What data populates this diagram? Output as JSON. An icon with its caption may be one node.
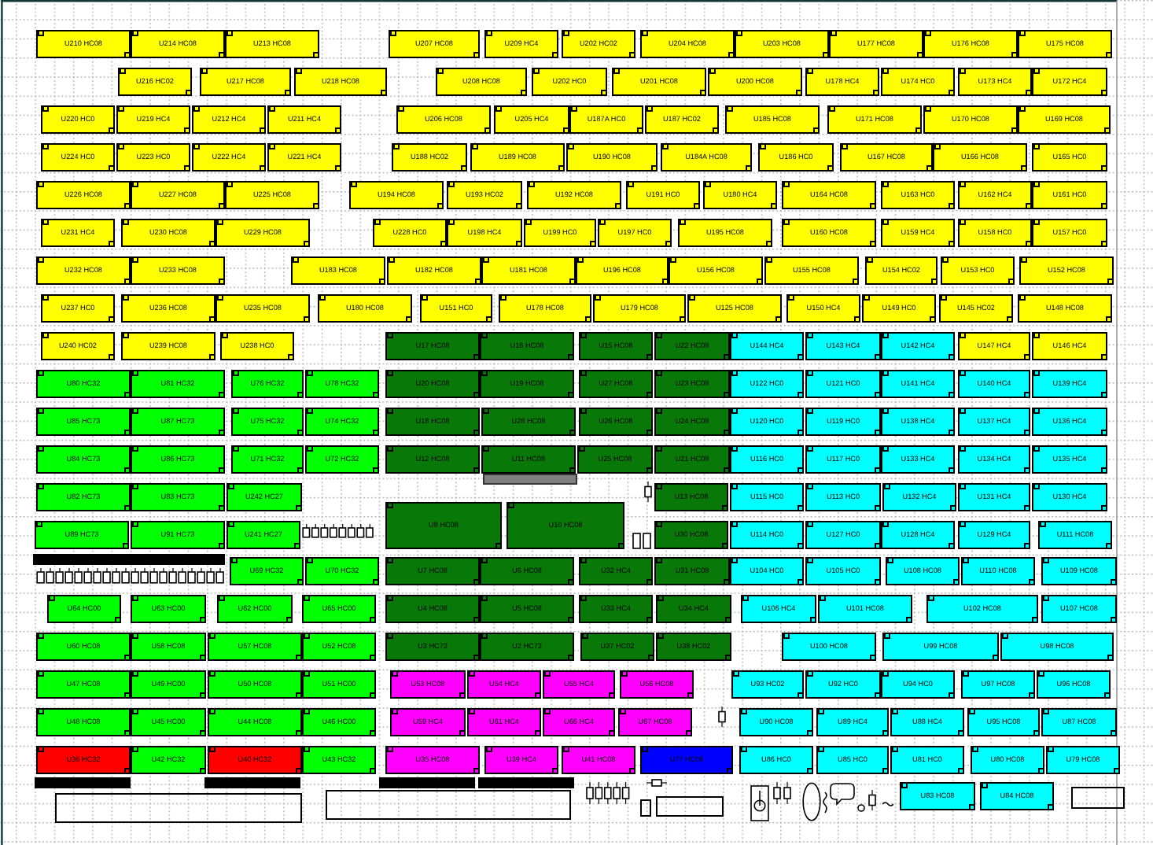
{
  "diagram": {
    "nodes": [
      {
        "text": [
          "U210 HC08"
        ]
      },
      {
        "text": [
          "U214 HC08"
        ]
      },
      {
        "text": [
          "U213 HC08"
        ]
      },
      {
        "text": [
          "U207 HC08"
        ]
      },
      {
        "text": [
          "U209 HC4"
        ]
      },
      {
        "text": [
          "U202 HC02"
        ]
      },
      {
        "text": [
          "U204 HC08"
        ]
      },
      {
        "text": [
          "U203 HC08"
        ]
      },
      {
        "text": [
          "U177 HC08"
        ]
      },
      {
        "text": [
          "U176 HC08"
        ]
      },
      {
        "text": [
          "U175 HC08"
        ]
      },
      {
        "text": [
          "U216 HC02"
        ]
      },
      {
        "text": [
          "U217 HC08"
        ]
      },
      {
        "text": [
          "U218 HC08"
        ]
      },
      {
        "text": [
          "U208 HC08"
        ]
      },
      {
        "text": [
          "U202 HC0"
        ]
      },
      {
        "text": [
          "U201 HC08"
        ]
      },
      {
        "text": [
          "U200 HC08"
        ]
      },
      {
        "text": [
          "U178 HC4"
        ]
      },
      {
        "text": [
          "U174 HC0"
        ]
      },
      {
        "text": [
          "U173 HC4"
        ]
      },
      {
        "text": [
          "U172 HC4"
        ]
      },
      {
        "text": [
          "U220 HC0"
        ]
      },
      {
        "text": [
          "U219 HC4"
        ]
      },
      {
        "text": [
          "U212 HC4"
        ]
      },
      {
        "text": [
          "U211 HC4"
        ]
      },
      {
        "text": [
          "U206 HC08"
        ]
      },
      {
        "text": [
          "U205 HC4"
        ]
      },
      {
        "text": [
          "U187A HC0"
        ]
      },
      {
        "text": [
          "U187 HC02"
        ]
      },
      {
        "text": [
          "U185 HC08"
        ]
      },
      {
        "text": [
          "U171 HC08"
        ]
      },
      {
        "text": [
          "U170 HC08"
        ]
      },
      {
        "text": [
          "U169 HC08"
        ]
      },
      {
        "text": [
          "U224 HC0"
        ]
      },
      {
        "text": [
          "U223 HC0"
        ]
      },
      {
        "text": [
          "U222 HC4"
        ]
      },
      {
        "text": [
          "U221 HC4"
        ]
      },
      {
        "text": [
          "U188 HC02"
        ]
      },
      {
        "text": [
          "U189 HC08"
        ]
      },
      {
        "text": [
          "U190 HC08"
        ]
      },
      {
        "text": [
          "U184A HC08"
        ]
      },
      {
        "text": [
          "U186 HC0"
        ]
      },
      {
        "text": [
          "U167 HC08"
        ]
      },
      {
        "text": [
          "U166 HC08"
        ]
      },
      {
        "text": [
          "U165 HC0"
        ]
      },
      {
        "text": [
          "U226 HC08"
        ]
      },
      {
        "text": [
          "U227 HC08"
        ]
      },
      {
        "text": [
          "U225 HC08"
        ]
      },
      {
        "text": [
          "U194 HC08"
        ]
      },
      {
        "text": [
          "U193 HC02"
        ]
      },
      {
        "text": [
          "U192 HC08"
        ]
      },
      {
        "text": [
          "U191 HC0"
        ]
      },
      {
        "text": [
          "U180 HC4"
        ]
      },
      {
        "text": [
          "U164 HC08"
        ]
      },
      {
        "text": [
          "U163 HC0"
        ]
      },
      {
        "text": [
          "U162 HC4"
        ]
      },
      {
        "text": [
          "U161 HC0"
        ]
      },
      {
        "text": [
          "U231 HC4"
        ]
      },
      {
        "text": [
          "U230 HC08"
        ]
      },
      {
        "text": [
          "U229 HC08"
        ]
      },
      {
        "text": [
          "U228 HC0"
        ]
      },
      {
        "text": [
          "U198 HC4"
        ]
      },
      {
        "text": [
          "U199 HC0"
        ]
      },
      {
        "text": [
          "U197 HC0"
        ]
      },
      {
        "text": [
          "U195 HC08"
        ]
      },
      {
        "text": [
          "U160 HC08"
        ]
      },
      {
        "text": [
          "U159 HC4"
        ]
      },
      {
        "text": [
          "U158 HC0"
        ]
      },
      {
        "text": [
          "U157 HC0"
        ]
      },
      {
        "text": [
          "U232 HC08"
        ]
      },
      {
        "text": [
          "U233 HC08"
        ]
      },
      {
        "text": [
          "U183 HC08"
        ]
      },
      {
        "text": [
          "U182 HC08"
        ]
      },
      {
        "text": [
          "U181 HC08"
        ]
      },
      {
        "text": [
          "U196 HC08"
        ]
      },
      {
        "text": [
          "U156 HC08"
        ]
      },
      {
        "text": [
          "U155 HC08"
        ]
      },
      {
        "text": [
          "U154 HC02"
        ]
      },
      {
        "text": [
          "U153 HC0"
        ]
      },
      {
        "text": [
          "U152 HC08"
        ]
      },
      {
        "text": [
          "U237 HC0"
        ]
      },
      {
        "text": [
          "U236 HC08"
        ]
      },
      {
        "text": [
          "U235 HC08"
        ]
      },
      {
        "text": [
          "U180 HC08"
        ]
      },
      {
        "text": [
          "U151 HC0"
        ]
      },
      {
        "text": [
          "U178 HC08"
        ]
      },
      {
        "text": [
          "U179 HC08"
        ]
      },
      {
        "text": [
          "U125 HC08"
        ]
      },
      {
        "text": [
          "U150 HC4"
        ]
      },
      {
        "text": [
          "U149 HC0"
        ]
      },
      {
        "text": [
          "U145 HC02"
        ]
      },
      {
        "text": [
          "U148 HC08"
        ]
      },
      {
        "text": [
          "U240 HC02"
        ]
      },
      {
        "text": [
          "U239 HC08"
        ]
      },
      {
        "text": [
          "U238 HC0"
        ]
      },
      {
        "text": [
          "U17 HC08"
        ]
      },
      {
        "text": [
          "U16 HC08"
        ]
      },
      {
        "text": [
          "U15 HC08"
        ]
      },
      {
        "text": [
          "U22 HC08"
        ]
      },
      {
        "text": [
          "U144 HC4"
        ]
      },
      {
        "text": [
          "U143 HC4"
        ]
      },
      {
        "text": [
          "U142 HC4"
        ]
      },
      {
        "text": [
          "U147 HC4"
        ]
      },
      {
        "text": [
          "U146 HC4"
        ]
      },
      {
        "text": [
          "U80 HC32"
        ]
      },
      {
        "text": [
          "U81 HC32"
        ]
      },
      {
        "text": [
          "U76 HC32"
        ]
      },
      {
        "text": [
          "U78 HC32"
        ]
      },
      {
        "text": [
          "U20 HC08"
        ]
      },
      {
        "text": [
          "U19 HC08"
        ]
      },
      {
        "text": [
          "U27 HC08"
        ]
      },
      {
        "text": [
          "U23 HC08"
        ]
      },
      {
        "text": [
          "U122 HC0"
        ]
      },
      {
        "text": [
          "U121 HC0"
        ]
      },
      {
        "text": [
          "U141 HC4"
        ]
      },
      {
        "text": [
          "U140 HC4"
        ]
      },
      {
        "text": [
          "U139 HC4"
        ]
      },
      {
        "text": [
          "U85 HC73"
        ]
      },
      {
        "text": [
          "U87 HC73"
        ]
      },
      {
        "text": [
          "U75 HC32"
        ]
      },
      {
        "text": [
          "U74 HC32"
        ]
      },
      {
        "text": [
          "U18 HC08"
        ]
      },
      {
        "text": [
          "U28 HC08"
        ]
      },
      {
        "text": [
          "U26 HC08"
        ]
      },
      {
        "text": [
          "U24 HC08"
        ]
      },
      {
        "text": [
          "U120 HC0"
        ]
      },
      {
        "text": [
          "U119 HC0"
        ]
      },
      {
        "text": [
          "U138 HC4"
        ]
      },
      {
        "text": [
          "U137 HC4"
        ]
      },
      {
        "text": [
          "U136 HC4"
        ]
      },
      {
        "text": [
          "U84 HC73"
        ]
      },
      {
        "text": [
          "U86 HC73"
        ]
      },
      {
        "text": [
          "U71 HC32"
        ]
      },
      {
        "text": [
          "U72 HC32"
        ]
      },
      {
        "text": [
          "U12 HC08"
        ]
      },
      {
        "text": [
          "U11 HC08"
        ]
      },
      {
        "text": [
          "U25 HC08"
        ]
      },
      {
        "text": [
          "U21 HC08"
        ]
      },
      {
        "text": [
          "U116 HC0"
        ]
      },
      {
        "text": [
          "U117 HC0"
        ]
      },
      {
        "text": [
          "U133 HC4"
        ]
      },
      {
        "text": [
          "U134 HC4"
        ]
      },
      {
        "text": [
          "U135 HC4"
        ]
      },
      {
        "text": [
          "U82 HC73"
        ]
      },
      {
        "text": [
          "U83 HC73"
        ]
      },
      {
        "text": [
          "U242 HC27"
        ]
      },
      {
        "text": [
          "U13 HC08"
        ]
      },
      {
        "text": [
          "U115 HC0"
        ]
      },
      {
        "text": [
          "U113 HC0"
        ]
      },
      {
        "text": [
          "U132 HC4"
        ]
      },
      {
        "text": [
          "U131 HC4"
        ]
      },
      {
        "text": [
          "U130 HC4"
        ]
      },
      {
        "text": [
          "U8 HC08"
        ]
      },
      {
        "text": [
          "U10 HC08"
        ]
      },
      {
        "text": [
          "U89 HC73"
        ]
      },
      {
        "text": [
          "U91 HC73"
        ]
      },
      {
        "text": [
          "U241 HC27"
        ]
      },
      {
        "text": [
          "U30 HC08"
        ]
      },
      {
        "text": [
          "U114 HC0"
        ]
      },
      {
        "text": [
          "U127 HC0"
        ]
      },
      {
        "text": [
          "U128 HC4"
        ]
      },
      {
        "text": [
          "U129 HC4"
        ]
      },
      {
        "text": [
          "U111 HC08"
        ]
      },
      {
        "text": [
          "U69 HC32"
        ]
      },
      {
        "text": [
          "U70 HC32"
        ]
      },
      {
        "text": [
          "U7 HC08"
        ]
      },
      {
        "text": [
          "U6 HC08"
        ]
      },
      {
        "text": [
          "U32 HC4"
        ]
      },
      {
        "text": [
          "U31 HC08"
        ]
      },
      {
        "text": [
          "U104 HC0"
        ]
      },
      {
        "text": [
          "U105 HC0"
        ]
      },
      {
        "text": [
          "U108 HC08"
        ]
      },
      {
        "text": [
          "U110 HC08"
        ]
      },
      {
        "text": [
          "U109 HC08"
        ]
      },
      {
        "text": [
          "U64 HC00"
        ]
      },
      {
        "text": [
          "U63 HC00"
        ]
      },
      {
        "text": [
          "U62 HC00"
        ]
      },
      {
        "text": [
          "U65 HC00"
        ]
      },
      {
        "text": [
          "U4 HC08"
        ]
      },
      {
        "text": [
          "U5 HC08"
        ]
      },
      {
        "text": [
          "U33 HC4"
        ]
      },
      {
        "text": [
          "U34 HC4"
        ]
      },
      {
        "text": [
          "U106 HC4"
        ]
      },
      {
        "text": [
          "U101 HC08"
        ]
      },
      {
        "text": [
          "U102 HC08"
        ]
      },
      {
        "text": [
          "U107 HC08"
        ]
      },
      {
        "text": [
          "U60 HC08"
        ]
      },
      {
        "text": [
          "U58 HC08"
        ]
      },
      {
        "text": [
          "U57 HC08"
        ]
      },
      {
        "text": [
          "U52 HC08"
        ]
      },
      {
        "text": [
          "U3 HC73"
        ]
      },
      {
        "text": [
          "U2 HC73"
        ]
      },
      {
        "text": [
          "U37 HC02"
        ]
      },
      {
        "text": [
          "U38 HC02"
        ]
      },
      {
        "text": [
          "U100 HC08"
        ]
      },
      {
        "text": [
          "U99 HC08"
        ]
      },
      {
        "text": [
          "U98 HC08"
        ]
      },
      {
        "text": [
          "U47 HC08"
        ]
      },
      {
        "text": [
          "U49 HC00"
        ]
      },
      {
        "text": [
          "U50 HC08"
        ]
      },
      {
        "text": [
          "U51 HC00"
        ]
      },
      {
        "text": [
          "U53 HC08"
        ]
      },
      {
        "text": [
          "U54 HC4"
        ]
      },
      {
        "text": [
          "U55 HC4"
        ]
      },
      {
        "text": [
          "U56 HC08"
        ]
      },
      {
        "text": [
          "U93 HC02"
        ]
      },
      {
        "text": [
          "U92 HC0"
        ]
      },
      {
        "text": [
          "U94 HC0"
        ]
      },
      {
        "text": [
          "U97 HC08"
        ]
      },
      {
        "text": [
          "U96 HC08"
        ]
      },
      {
        "text": [
          "U48 HC08"
        ]
      },
      {
        "text": [
          "U45 HC00"
        ]
      },
      {
        "text": [
          "U44 HC08"
        ]
      },
      {
        "text": [
          "U46 HC00"
        ]
      },
      {
        "text": [
          "U59 HC4"
        ]
      },
      {
        "text": [
          "U61 HC4"
        ]
      },
      {
        "text": [
          "U66 HC4"
        ]
      },
      {
        "text": [
          "U67 HC08"
        ]
      },
      {
        "text": [
          "U90 HC08"
        ]
      },
      {
        "text": [
          "U89 HC4"
        ]
      },
      {
        "text": [
          "U88 HC4"
        ]
      },
      {
        "text": [
          "U95 HC08"
        ]
      },
      {
        "text": [
          "U87 HC08"
        ]
      },
      {
        "text": [
          "U36 HC32"
        ]
      },
      {
        "text": [
          "U42 HC32"
        ]
      },
      {
        "text": [
          "U40 HC32"
        ]
      },
      {
        "text": [
          "U43 HC32"
        ]
      },
      {
        "text": [
          "U35 HC08"
        ]
      },
      {
        "text": [
          "U39 HC4"
        ]
      },
      {
        "text": [
          "U41 HC08"
        ]
      },
      {
        "text": [
          "U77 HC08"
        ]
      },
      {
        "text": [
          "U86 HC0"
        ]
      },
      {
        "text": [
          "U85 HC0"
        ]
      },
      {
        "text": [
          "U81 HC0"
        ]
      },
      {
        "text": [
          "U80 HC08"
        ]
      },
      {
        "text": [
          "U79 HC08"
        ]
      },
      {
        "text": [
          "U83 HC08"
        ]
      },
      {
        "text": [
          "U84 HC08"
        ]
      }
    ]
  }
}
